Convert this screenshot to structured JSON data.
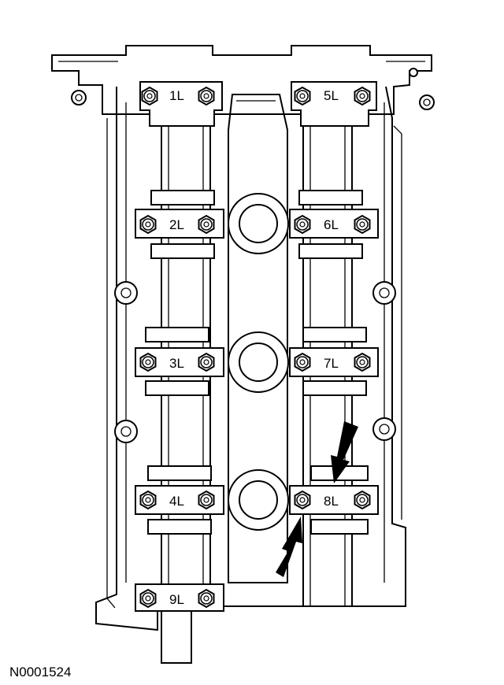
{
  "diagram": {
    "bearing_cap_labels": [
      "1L",
      "2L",
      "3L",
      "4L",
      "5L",
      "6L",
      "7L",
      "8L",
      "9L"
    ],
    "reference_number": "N0001524"
  }
}
